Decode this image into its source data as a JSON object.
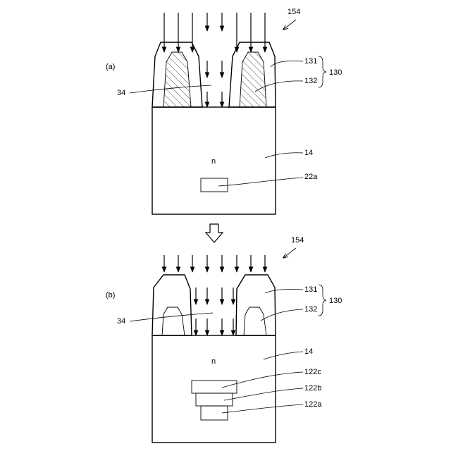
{
  "figure_ref": "154",
  "panel_a": {
    "label": "(a)",
    "labels": {
      "mask_outer": "131",
      "mask_inner": "132",
      "mask_group": "130",
      "opening": "34",
      "substrate": "14",
      "doped_type": "n",
      "region": "22a"
    }
  },
  "panel_b": {
    "label": "(b)",
    "labels": {
      "mask_outer": "131",
      "mask_inner": "132",
      "mask_group": "130",
      "opening": "34",
      "substrate": "14",
      "doped_type": "n",
      "region_top": "122c",
      "region_mid": "122b",
      "region_bottom": "122a"
    }
  }
}
